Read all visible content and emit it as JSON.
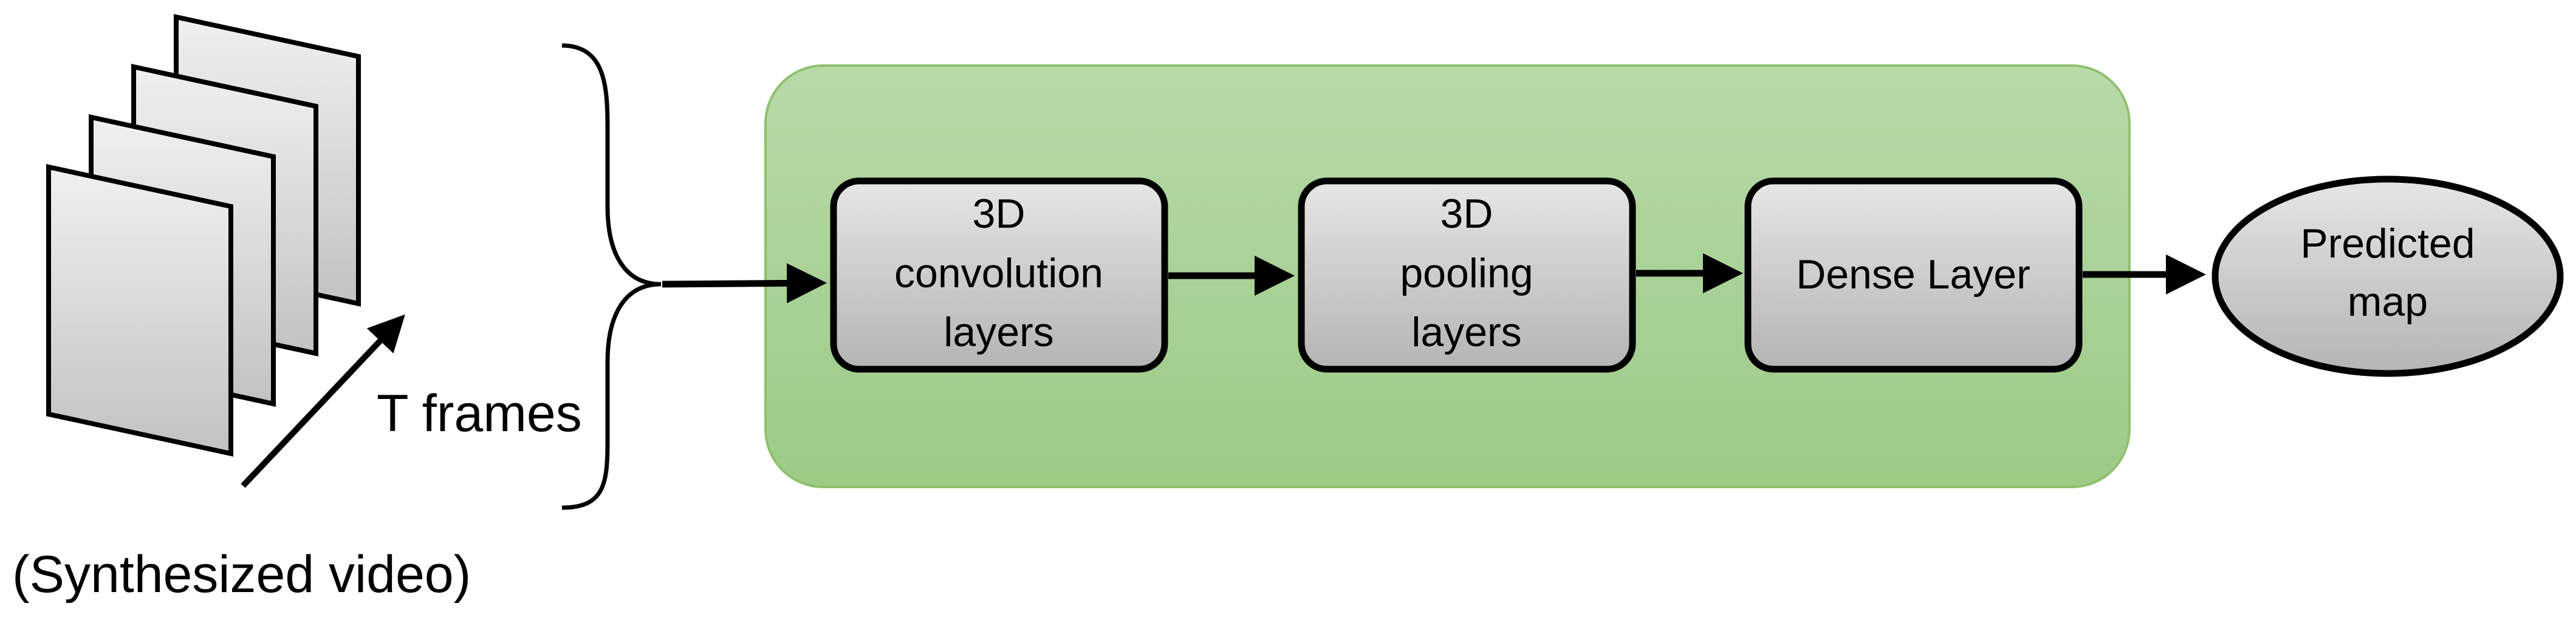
{
  "input": {
    "frames_label": "T frames",
    "caption": "(Synthesized video)"
  },
  "pipeline": {
    "blocks": [
      {
        "lines": [
          "3D",
          "convolution",
          "layers"
        ]
      },
      {
        "lines": [
          "3D",
          "pooling",
          "layers"
        ]
      },
      {
        "lines": [
          "Dense Layer"
        ]
      }
    ],
    "output": {
      "lines": [
        "Predicted",
        "map"
      ]
    }
  },
  "colors": {
    "container_fill_top": "#b8d9a8",
    "container_fill_bottom": "#9ccb86",
    "container_stroke": "#8fc06f",
    "block_fill_top": "#e6e6e6",
    "block_fill_bottom": "#b4b4b4",
    "stroke": "#000000"
  }
}
